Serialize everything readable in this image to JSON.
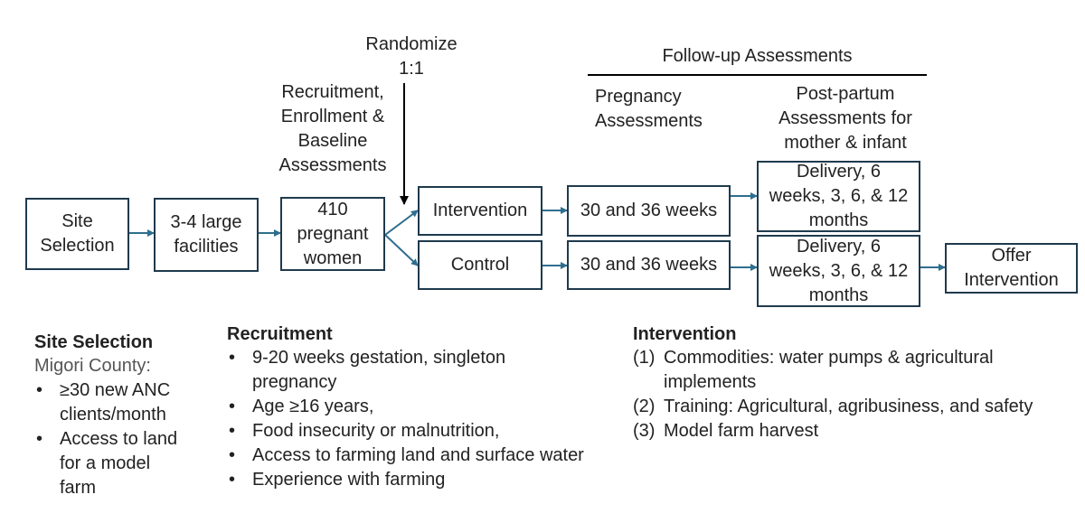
{
  "headers": {
    "randomize": "Randomize\n1:1",
    "recruitment": "Recruitment,\nEnrollment &\nBaseline\nAssessments",
    "follow_up": "Follow-up Assessments",
    "pregnancy": "Pregnancy\nAssessments",
    "postpartum": "Post-partum\nAssessments for\nmother & infant"
  },
  "boxes": {
    "site_selection": "Site\nSelection",
    "facilities": "3-4 large\nfacilities",
    "women": "410\npregnant\nwomen",
    "intervention": "Intervention",
    "control": "Control",
    "weeks_intervention": "30 and 36 weeks",
    "weeks_control": "30 and 36 weeks",
    "delivery_intervention": "Delivery, 6\nweeks, 3, 6, & 12\nmonths",
    "delivery_control": "Delivery, 6\nweeks, 3, 6, & 12\nmonths",
    "offer_intervention": "Offer\nIntervention"
  },
  "site_selection": {
    "title": "Site Selection",
    "subtitle": "Migori County:",
    "items": [
      "≥30 new ANC clients/month",
      "Access to land for a model farm"
    ]
  },
  "recruitment": {
    "title": "Recruitment",
    "items": [
      "9-20 weeks gestation,  singleton pregnancy",
      "Age ≥16 years,",
      "Food insecurity or malnutrition,",
      "Access to farming land and surface water",
      "Experience with farming"
    ]
  },
  "intervention": {
    "title": "Intervention",
    "items": [
      {
        "num": "(1)",
        "text": "Commodities: water pumps & agricultural implements"
      },
      {
        "num": "(2)",
        "text": "Training: Agricultural, agribusiness, and safety"
      },
      {
        "num": "(3)",
        "text": "Model farm harvest"
      }
    ]
  },
  "colors": {
    "box_border": "#1f3a4d",
    "arrow": "#2e6e8e",
    "text": "#222222",
    "subtitle": "#555555"
  }
}
